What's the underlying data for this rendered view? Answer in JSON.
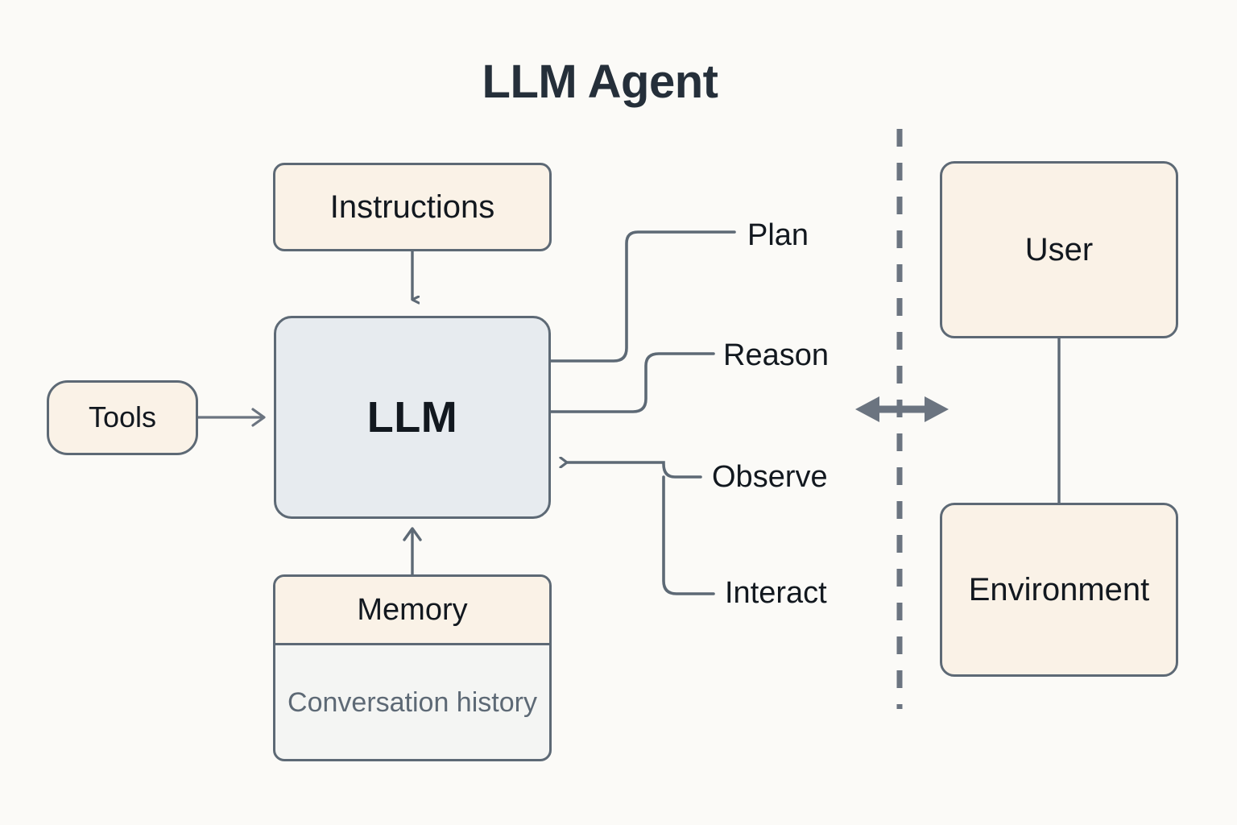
{
  "diagram": {
    "title": "LLM Agent",
    "type": "flow-diagram",
    "background_color": "#fbfaf7",
    "accent_colors": {
      "border": "#5d6975",
      "cream_fill": "#faf2e7",
      "llm_fill": "#e7ebef",
      "memory_body_fill": "#f4f5f3",
      "text_dark": "#12181f",
      "text_muted": "#5d6975",
      "title_color": "#252f3a",
      "arrow_gray": "#6b7480"
    }
  },
  "nodes": {
    "instructions": {
      "label": "Instructions"
    },
    "llm": {
      "label": "LLM"
    },
    "tools": {
      "label": "Tools"
    },
    "memory": {
      "label": "Memory",
      "body_label": "Conversation history"
    },
    "user": {
      "label": "User"
    },
    "environment": {
      "label": "Environment"
    }
  },
  "wire_labels": {
    "plan": "Plan",
    "reason": "Reason",
    "observe": "Observe",
    "interact": "Interact"
  },
  "edges": [
    {
      "from": "instructions",
      "to": "llm",
      "direction": "down",
      "arrow": true
    },
    {
      "from": "memory",
      "to": "llm",
      "direction": "up",
      "arrow": true
    },
    {
      "from": "tools",
      "to": "llm",
      "direction": "right",
      "arrow": true
    },
    {
      "from": "llm",
      "to": "plan",
      "direction": "right",
      "arrow": false
    },
    {
      "from": "llm",
      "to": "reason",
      "direction": "right",
      "arrow": false
    },
    {
      "from": "observe",
      "to": "llm",
      "direction": "left",
      "arrow": true
    },
    {
      "from": "interact",
      "to": "observe",
      "direction": "up",
      "arrow": false
    },
    {
      "from": "user",
      "to": "environment",
      "direction": "down",
      "arrow": false
    },
    {
      "from": "agent-side",
      "to": "world-side",
      "direction": "both",
      "arrow": true
    }
  ],
  "divider": {
    "style": "dashed",
    "orientation": "vertical"
  }
}
